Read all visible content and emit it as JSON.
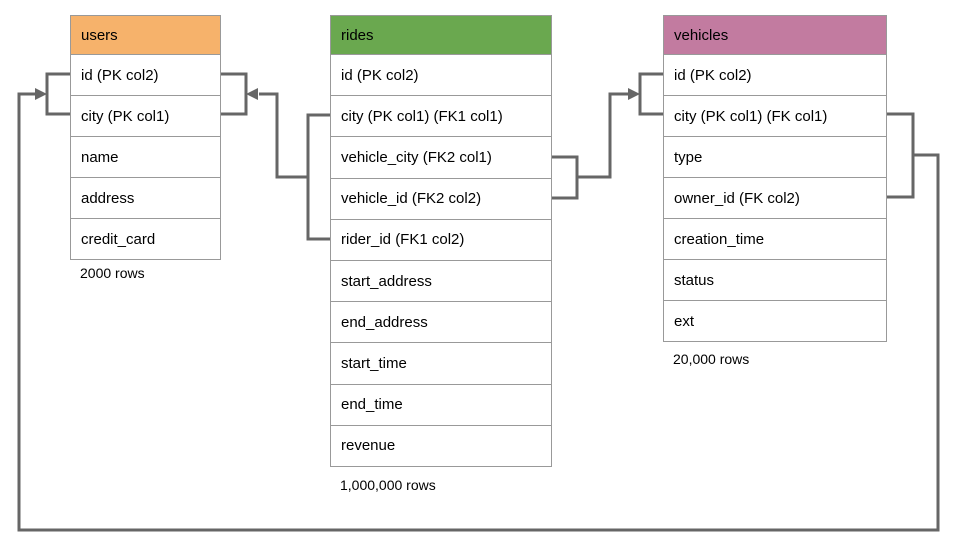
{
  "tables": [
    {
      "name": "users",
      "header_color": "#F6B26B",
      "rows": [
        "id (PK col2)",
        "city (PK col1)",
        "name",
        "address",
        "credit_card"
      ],
      "caption": "2000 rows"
    },
    {
      "name": "rides",
      "header_color": "#6AA84F",
      "rows": [
        "id (PK col2)",
        "city (PK col1) (FK1 col1)",
        "vehicle_city (FK2 col1)",
        "vehicle_id (FK2 col2)",
        "rider_id (FK1 col2)",
        "start_address",
        "end_address",
        "start_time",
        "end_time",
        "revenue"
      ],
      "caption": "1,000,000 rows"
    },
    {
      "name": "vehicles",
      "header_color": "#C27BA0",
      "rows": [
        "id (PK col2)",
        "city (PK col1) (FK col1)",
        "type",
        "owner_id (FK col2)",
        "creation_time",
        "status",
        "ext"
      ],
      "caption": "20,000 rows"
    }
  ],
  "connectors": [
    {
      "name": "fk1",
      "from": "rides (city, rider_id)",
      "to": "users (city, id)"
    },
    {
      "name": "fk2",
      "from": "rides (vehicle_city, vehicle_id)",
      "to": "vehicles (city, id)"
    },
    {
      "name": "fk",
      "from": "vehicles (city, owner_id)",
      "to": "users (city, id)"
    }
  ],
  "colors": {
    "users_header": "#F6B26B",
    "rides_header": "#6AA84F",
    "vehicles_header": "#C27BA0",
    "connector": "#666666",
    "table_border": "#999999"
  }
}
